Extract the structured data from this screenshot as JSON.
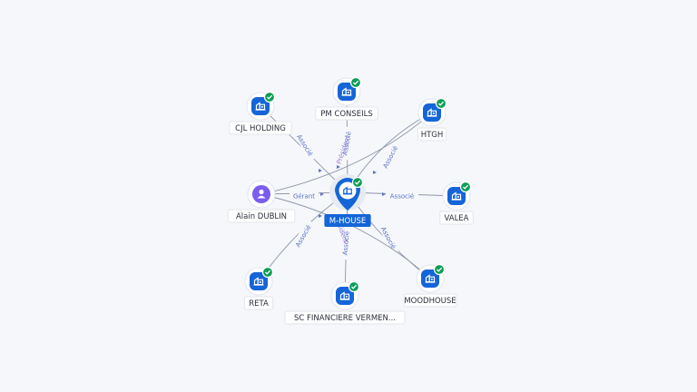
{
  "colors": {
    "company": "#1565d8",
    "person": "#7b5cf0",
    "check": "#0f9d58",
    "edge": "#8d96aa",
    "edge_label": "#5a73c9",
    "edge_label_alt": "#9a7ad8",
    "center_label_bg": "#1565d8"
  },
  "center": {
    "id": "mhouse",
    "label": "M-HOUSE",
    "icon": "building-icon",
    "verified": true
  },
  "nodes": [
    {
      "id": "cjl",
      "label": "CJL HOLDING",
      "type": "company",
      "icon": "building-icon",
      "verified": true
    },
    {
      "id": "pm",
      "label": "PM CONSEILS",
      "type": "company",
      "icon": "building-icon",
      "verified": true
    },
    {
      "id": "htgh",
      "label": "HTGH",
      "type": "company",
      "icon": "building-icon",
      "verified": true
    },
    {
      "id": "alain",
      "label": "Alain DUBLIN",
      "type": "person",
      "icon": "person-icon",
      "verified": false
    },
    {
      "id": "valea",
      "label": "VALEA",
      "type": "company",
      "icon": "building-icon",
      "verified": true
    },
    {
      "id": "reta",
      "label": "RETA",
      "type": "company",
      "icon": "building-icon",
      "verified": true
    },
    {
      "id": "scf",
      "label": "SC FINANCIERE VERMEN...",
      "type": "company",
      "icon": "building-icon",
      "verified": true
    },
    {
      "id": "mood",
      "label": "MOODHOUSE",
      "type": "company",
      "icon": "building-icon",
      "verified": true
    }
  ],
  "edges": [
    {
      "from": "cjl",
      "to": "mhouse",
      "label": "Associé"
    },
    {
      "from": "pm",
      "to": "mhouse",
      "label": "Associé"
    },
    {
      "from": "htgh",
      "to": "mhouse",
      "label": "Associé"
    },
    {
      "from": "valea",
      "to": "mhouse",
      "label": "Associé"
    },
    {
      "from": "reta",
      "to": "mhouse",
      "label": "Associé"
    },
    {
      "from": "scf",
      "to": "mhouse",
      "label": "Associé"
    },
    {
      "from": "mood",
      "to": "mhouse",
      "label": "Associé"
    },
    {
      "from": "alain",
      "to": "mhouse",
      "label": "Gérant"
    },
    {
      "from": "alain",
      "to": "htgh",
      "label": ""
    },
    {
      "from": "alain",
      "to": "mood",
      "label": ""
    }
  ],
  "extra_labels": [
    {
      "text": "Président",
      "style": "alt"
    },
    {
      "text": "Président",
      "style": "alt"
    }
  ]
}
